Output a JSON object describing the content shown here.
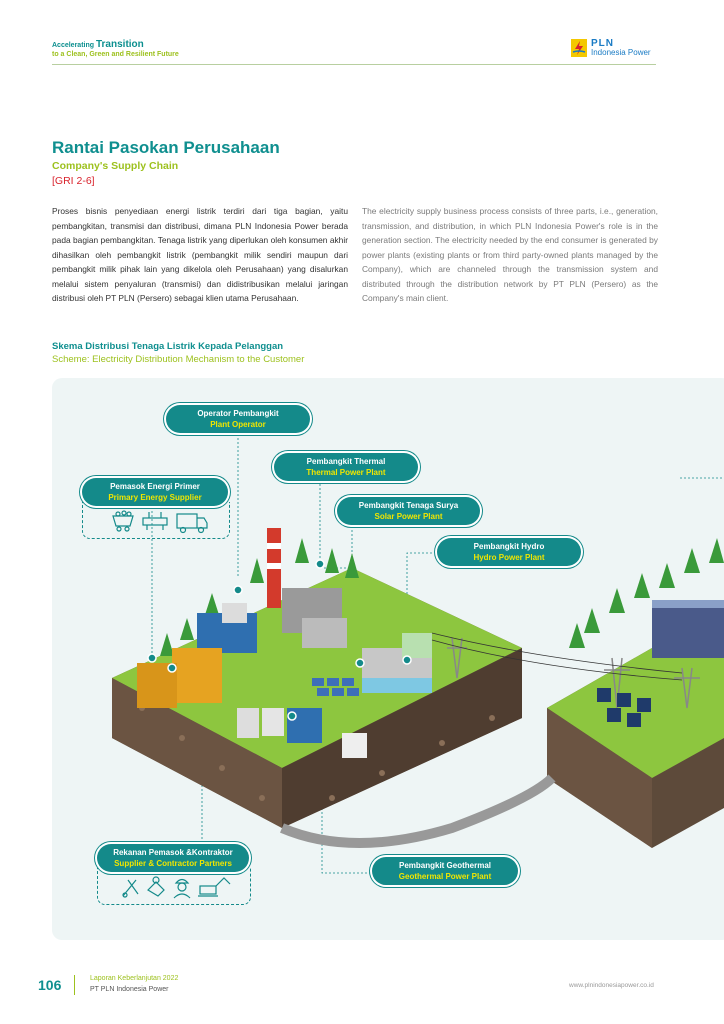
{
  "header": {
    "tag_prefix": "Accelerating",
    "tag_main": "Transition",
    "tag_line2": "to a Clean, Green and Resilient Future",
    "logo_main": "PLN",
    "logo_sub": "Indonesia Power"
  },
  "section": {
    "title": "Rantai Pasokan Perusahaan",
    "subtitle": "Company's Supply Chain",
    "gri": "[GRI 2-6]"
  },
  "body": {
    "id_text": "Proses bisnis penyediaan energi listrik terdiri dari tiga bagian, yaitu pembangkitan, transmisi dan distribusi, dimana PLN Indonesia Power berada pada bagian pembangkitan. Tenaga listrik yang diperlukan oleh konsumen akhir dihasilkan oleh pembangkit listrik (pembangkit milik sendiri maupun dari pembangkit milik pihak lain yang dikelola oleh Perusahaan) yang disalurkan melalui sistem penyaluran (transmisi) dan didistribusikan melalui jaringan distribusi oleh PT PLN (Persero) sebagai klien utama Perusahaan.",
    "en_text": "The electricity supply business process consists of three parts, i.e., generation, transmission, and distribution, in which PLN Indonesia Power's role is in the generation section. The electricity needed by the end consumer is generated by power plants (existing plants or from third party-owned plants managed by the Company), which are channeled through the transmission system and distributed through the distribution network by PT PLN (Persero) as the Company's main client."
  },
  "scheme": {
    "title_id": "Skema Distribusi Tenaga Listrik Kepada Pelanggan",
    "title_en": "Scheme: Electricity Distribution Mechanism to the Customer",
    "labels": {
      "operator": {
        "id": "Operator Pembangkit",
        "en": "Plant Operator"
      },
      "thermal": {
        "id": "Pembangkit Thermal",
        "en": "Thermal Power Plant"
      },
      "supplier": {
        "id": "Pemasok Energi Primer",
        "en": "Primary Energy Supplier"
      },
      "solar": {
        "id": "Pembangkit Tenaga Surya",
        "en": "Solar Power Plant"
      },
      "hydro": {
        "id": "Pembangkit Hydro",
        "en": "Hydro Power Plant"
      },
      "partners": {
        "id": "Rekanan Pemasok &Kontraktor",
        "en": "Supplier & Contractor Partners"
      },
      "geothermal": {
        "id": "Pembangkit Geothermal",
        "en": "Geothermal Power Plant"
      }
    },
    "icons": [
      "coal-cart-icon",
      "pipeline-icon",
      "truck-icon",
      "worker-icon",
      "excavator-icon"
    ]
  },
  "footer": {
    "page_number": "106",
    "report": "Laporan Keberlanjutan 2022",
    "company": "PT PLN Indonesia Power",
    "url": "www.plnindonesiapower.co.id"
  },
  "colors": {
    "teal": "#148a8a",
    "green": "#9dc11e",
    "red": "#d9232d",
    "label_en": "#f0e600"
  }
}
